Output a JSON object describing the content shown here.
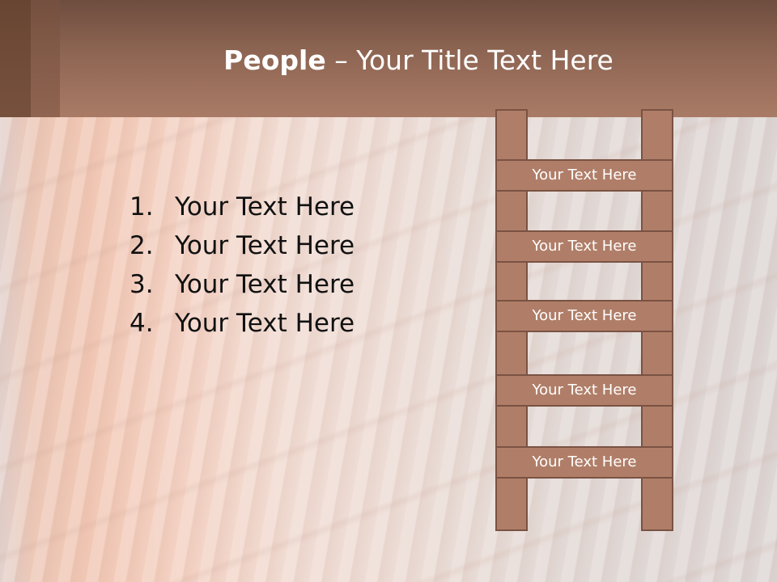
{
  "slide": {
    "title_bold": "People",
    "title_rest": " – Your Title Text Here"
  },
  "list": {
    "items": [
      {
        "number": "1.",
        "text": "Your Text Here"
      },
      {
        "number": "2.",
        "text": "Your Text Here"
      },
      {
        "number": "3.",
        "text": "Your Text Here"
      },
      {
        "number": "4.",
        "text": "Your Text Here"
      }
    ]
  },
  "ladder": {
    "rungs": [
      "Your Text Here",
      "Your Text Here",
      "Your Text Here",
      "Your Text Here",
      "Your Text Here"
    ]
  },
  "colors": {
    "band": "#a97b66",
    "ladder_fill": "#b07e68",
    "ladder_border": "#7a5243"
  }
}
